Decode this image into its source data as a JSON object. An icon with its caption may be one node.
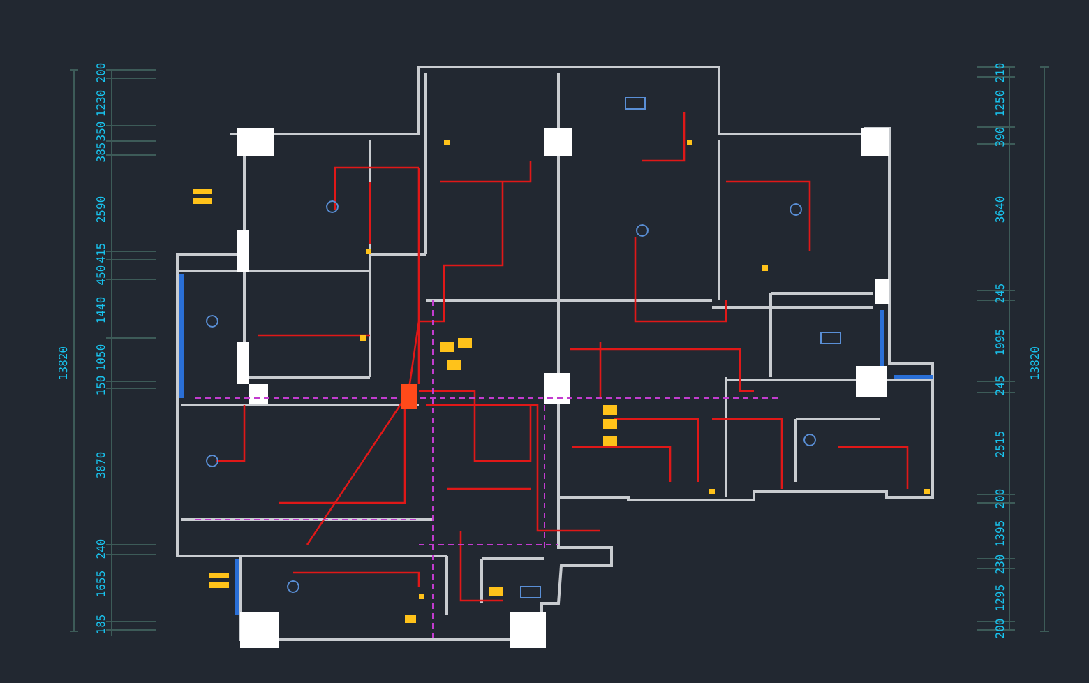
{
  "diagram": {
    "labels": [
      "200",
      "1230",
      "350",
      "385",
      "2590",
      "415",
      "450",
      "1440",
      "1050",
      "150",
      "3870",
      "240",
      "1655",
      "185",
      "13820",
      "210",
      "1250",
      "390",
      "3640",
      "245",
      "1995",
      "245",
      "2515",
      "200",
      "1395",
      "230",
      "1295",
      "200",
      "13820"
    ]
  }
}
